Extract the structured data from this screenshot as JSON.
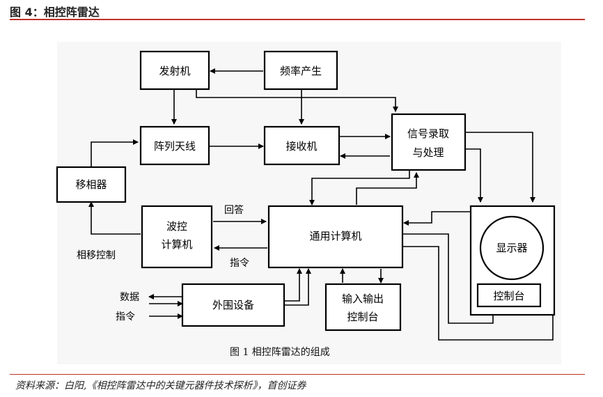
{
  "header": {
    "title": "图 4：相控阵雷达"
  },
  "diagram": {
    "blocks": {
      "transmitter": "发射机",
      "freq_gen": "频率产生",
      "array_antenna": "阵列天线",
      "receiver": "接收机",
      "signal_proc_1": "信号录取",
      "signal_proc_2": "与处理",
      "phase_shifter": "移相器",
      "beam_ctrl_1": "波控",
      "beam_ctrl_2": "计算机",
      "general_computer": "通用计算机",
      "display": "显示器",
      "console": "控制台",
      "peripherals": "外围设备",
      "io_console_1": "输入输出",
      "io_console_2": "控制台"
    },
    "labels": {
      "reply": "回答",
      "command": "指令",
      "phase_ctrl": "相移控制",
      "data": "数据",
      "command2": "指令"
    },
    "caption": "图 1    相控阵雷达的组成"
  },
  "footer": {
    "source": "资料来源：白阳,《相控阵雷达中的关键元器件技术探析》，首创证券"
  }
}
